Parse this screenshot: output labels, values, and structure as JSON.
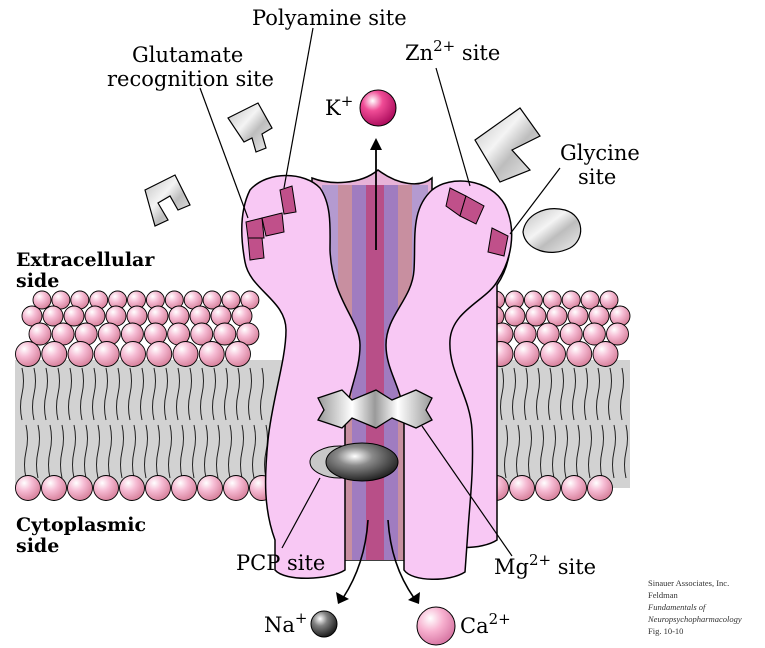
{
  "labels": {
    "polyamine": "Polyamine site",
    "glutamate_line1": "Glutamate",
    "glutamate_line2": "recognition site",
    "zinc_base": "Zn",
    "zinc_sup": "2+",
    "zinc_rest": " site",
    "potassium_base": "K",
    "potassium_sup": "+",
    "glycine_line1": "Glycine",
    "glycine_line2": "site",
    "extracellular_line1": "Extracellular",
    "extracellular_line2": "side",
    "cytoplasmic_line1": "Cytoplasmic",
    "cytoplasmic_line2": "side",
    "pcp": "PCP site",
    "magnesium_base": "Mg",
    "magnesium_sup": "2+",
    "magnesium_rest": " site",
    "sodium_base": "Na",
    "sodium_sup": "+",
    "calcium_base": "Ca",
    "calcium_sup": "2+"
  },
  "credit": {
    "line1": "Sinauer Associates, Inc.",
    "line2": "Feldman",
    "line3": "Fundamentals of",
    "line4": "Neuropsychopharmacology",
    "line5": "Fig. 10-10"
  },
  "colors": {
    "receptor_pink": "#f8c8f4",
    "receptor_outline": "#000000",
    "site_magenta": "#c0508a",
    "head_pink": "#f4a8c8",
    "lipid_gray": "#d2d2d2",
    "ion_pink": "#e8207a",
    "ion_gray": "#606060"
  }
}
